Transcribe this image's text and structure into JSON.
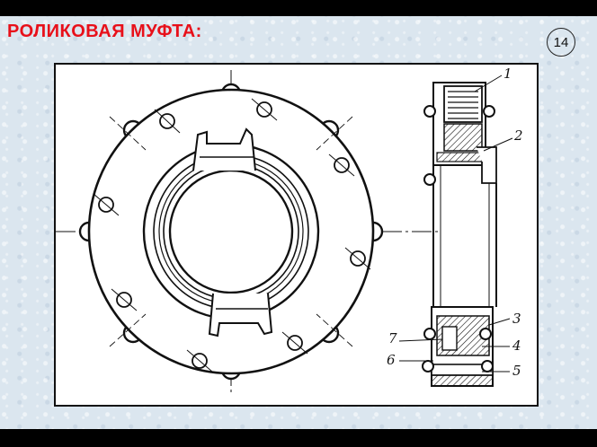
{
  "slide": {
    "title": "РОЛИКОВАЯ МУФТА:",
    "page_number": "14"
  },
  "drawing": {
    "callouts": [
      "1",
      "2",
      "3",
      "4",
      "5",
      "6",
      "7"
    ]
  },
  "colors": {
    "title": "#e8101a",
    "bars": "#000000",
    "background": "#dbe6ef"
  }
}
